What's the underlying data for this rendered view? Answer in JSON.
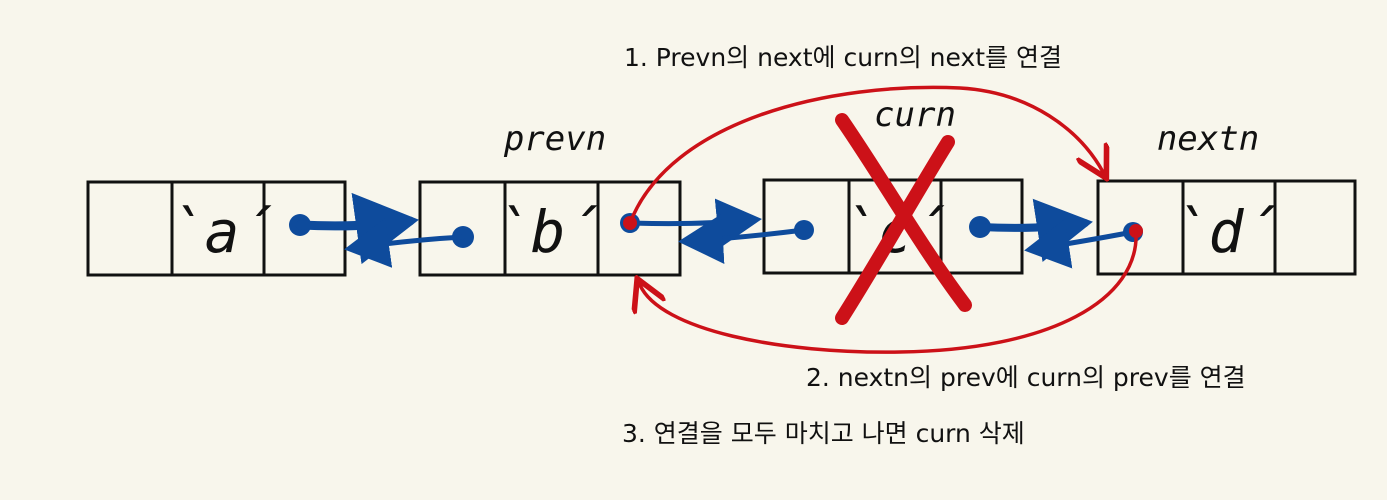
{
  "steps": [
    "1. Prevn의 next에 curn의 next를 연결",
    "2. nextn의 prev에 curn의 prev를 연결",
    "3. 연결을 모두 마치고 나면 curn 삭제"
  ],
  "nodes": [
    {
      "label": "",
      "value": "`a´"
    },
    {
      "label": "prevn",
      "value": "`b´"
    },
    {
      "label": "curn",
      "value": "`c´",
      "deleted": true
    },
    {
      "label": "nextn",
      "value": "`d´"
    }
  ],
  "colors": {
    "background": "#f8f6ec",
    "pointer": "#0e4b9c",
    "relink": "#cc1118",
    "box": "#111111"
  }
}
